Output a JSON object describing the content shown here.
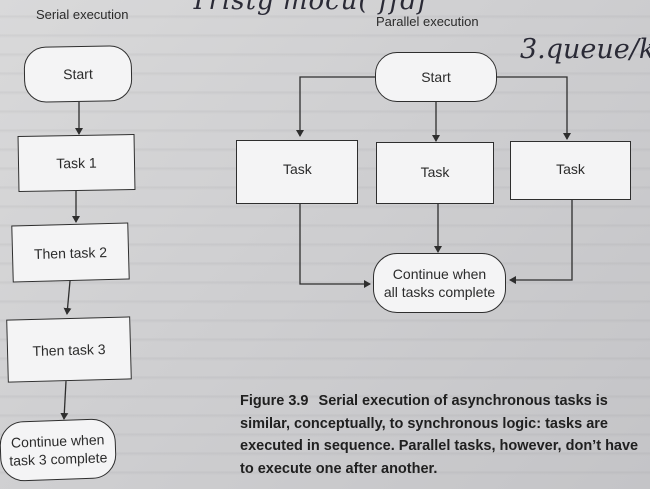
{
  "serial": {
    "title": "Serial execution",
    "start": "Start",
    "task1": "Task 1",
    "task2": "Then task 2",
    "task3": "Then task 3",
    "end_line1": "Continue when",
    "end_line2": "task 3 complete"
  },
  "parallel": {
    "title": "Parallel execution",
    "start": "Start",
    "tasks": [
      "Task",
      "Task",
      "Task"
    ],
    "end_line1": "Continue when",
    "end_line2": "all tasks complete"
  },
  "handwriting": {
    "top": "'Tristg'mocu(  ffdf",
    "right": "3.queue/k"
  },
  "caption": {
    "figure": "Figure 3.9",
    "text": "Serial execution of asynchronous tasks is similar, conceptually, to synchronous logic: tasks are executed in sequence. Parallel tasks, however, don’t have to execute one after another."
  }
}
